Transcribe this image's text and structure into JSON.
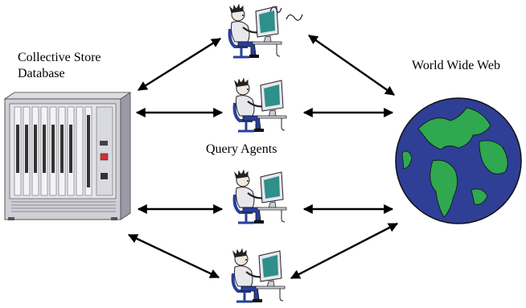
{
  "labels": {
    "database_line1": "Collective Store",
    "database_line2": "Database",
    "agents": "Query Agents",
    "web": "World Wide Web"
  },
  "nodes": {
    "database_icon": "server-rack-icon",
    "agent_icon": "person-at-computer-icon",
    "web_icon": "globe-icon"
  },
  "colors": {
    "ocean": "#2e3f95",
    "land": "#2fa84f",
    "monitor_screen": "#2f8f8a",
    "chair": "#2a3f9a",
    "server_body": "#c9c9d1",
    "arrow": "#000000"
  }
}
